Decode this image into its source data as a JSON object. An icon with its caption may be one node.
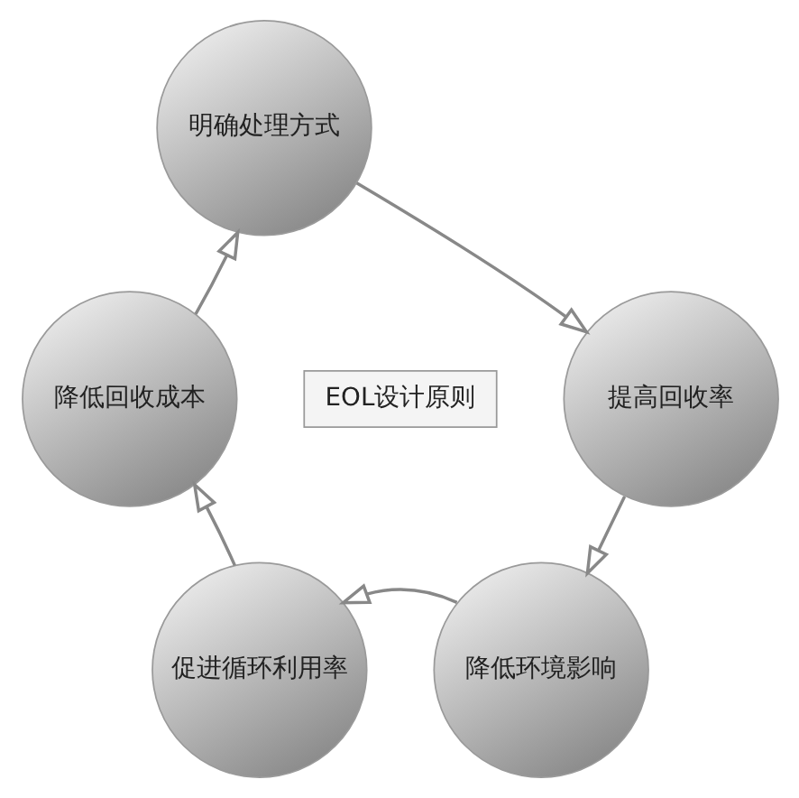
{
  "diagram": {
    "nodes": [
      {
        "text": [
          "明确处理方式"
        ]
      },
      {
        "text": [
          "提高回收率"
        ]
      },
      {
        "text": [
          "降低环境影响"
        ]
      },
      {
        "text": [
          "促进循环利用率"
        ]
      },
      {
        "text": [
          "降低回收成本"
        ]
      },
      {
        "text": [
          "EOL设计原则"
        ]
      }
    ],
    "edges": [
      {
        "from": 0,
        "to": 1,
        "arrow": "to"
      },
      {
        "from": 1,
        "to": 2,
        "arrow": "to"
      },
      {
        "from": 2,
        "to": 3,
        "arrow": "to"
      },
      {
        "from": 3,
        "to": 4,
        "arrow": "to"
      },
      {
        "from": 4,
        "to": 0,
        "arrow": "to"
      }
    ]
  }
}
